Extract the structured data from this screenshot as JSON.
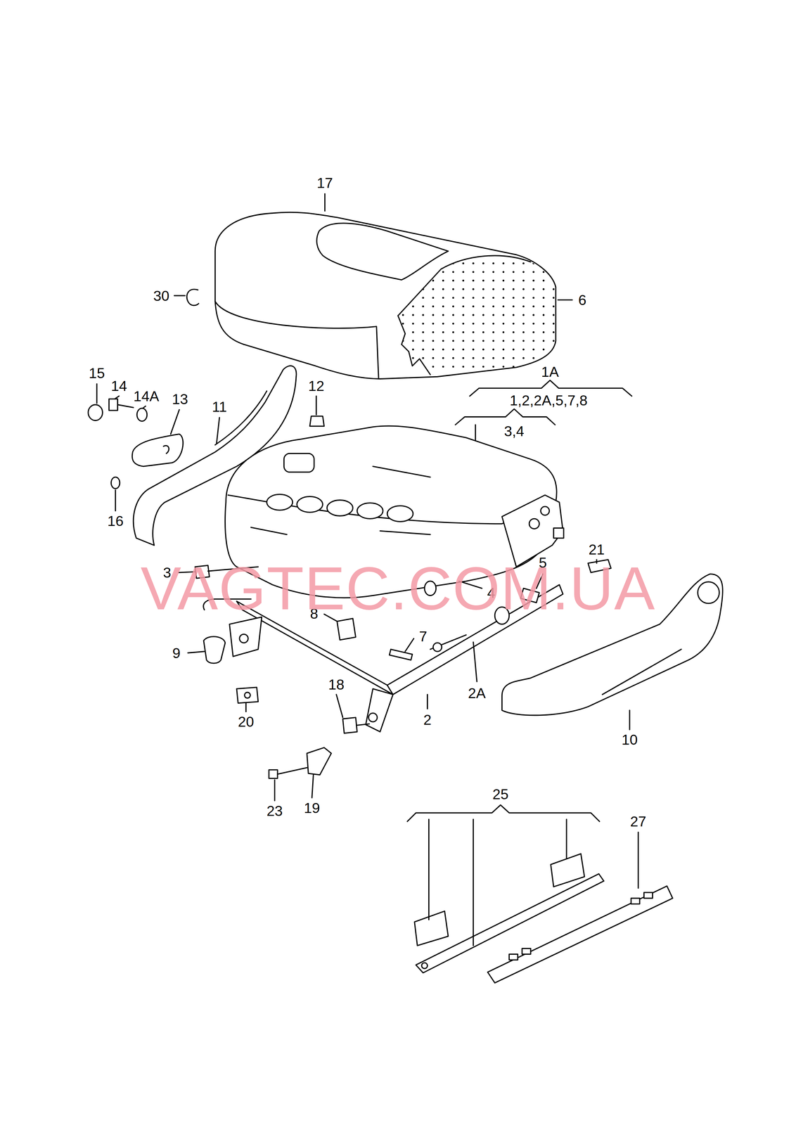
{
  "diagram": {
    "labels": [
      "17",
      "30",
      "6",
      "1A",
      "1,2,2A,5,7,8",
      "3,4",
      "15",
      "14",
      "14A",
      "13",
      "11",
      "12",
      "16",
      "3",
      "4",
      "5",
      "21",
      "8",
      "7",
      "9",
      "18",
      "2",
      "2A",
      "10",
      "20",
      "23",
      "19",
      "25",
      "27",
      "VAGTEC.COM.UA"
    ]
  }
}
